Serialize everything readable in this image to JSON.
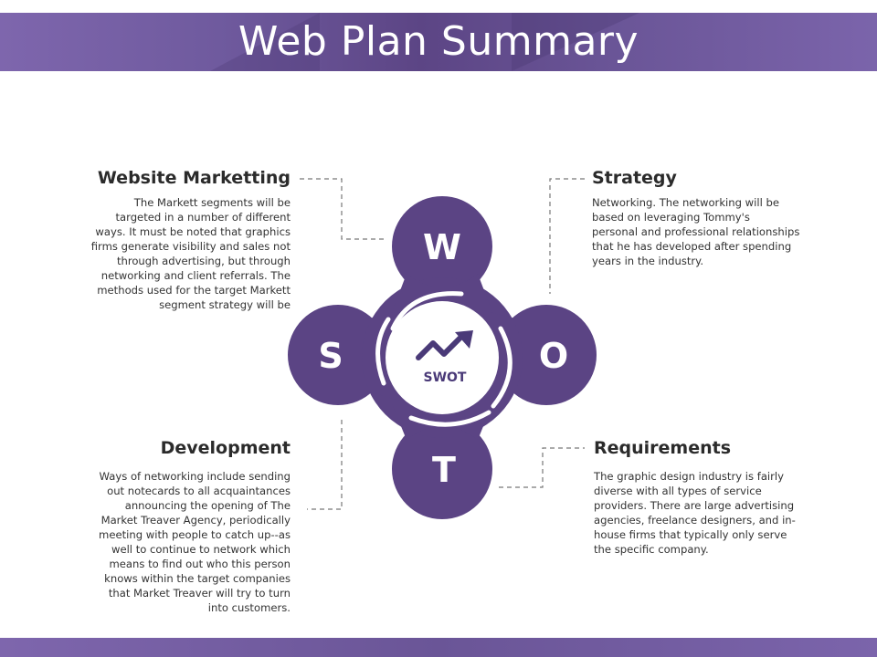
{
  "page": {
    "title": "Web Plan Summary"
  },
  "diagram": {
    "center_label": "SWOT",
    "letters": {
      "w": "W",
      "s": "S",
      "o": "O",
      "t": "T"
    },
    "colors": {
      "primary": "#5b4484",
      "dark": "#4a3a78",
      "light_circle": "#ffffff"
    },
    "center_icon": "trending-arrow-icon"
  },
  "sections": {
    "website": {
      "heading": "Website Marketting",
      "lines": [
        "The Markett segments will be",
        "targeted in a number of different",
        "ways.  It must be noted that graphics",
        "firms generate visibility  and sales not",
        "through advertising, but through",
        "networking and client referrals.  The",
        "methods used for the target Markett",
        "segment strategy will be"
      ]
    },
    "strategy": {
      "heading": "Strategy",
      "lines": [
        "Networking. The networking will be",
        "based on leveraging Tommy's",
        "personal and professional relationships",
        "that he has developed after spending",
        "years in the industry."
      ]
    },
    "development": {
      "heading": "Development",
      "lines": [
        "Ways of networking include sending",
        "out notecards to all acquaintances",
        "announcing the opening of The",
        "Market Treaver Agency, periodically",
        "meeting with people to catch up--as",
        "well to continue to network which",
        "means to find out who this person",
        "knows within the target companies",
        "that Market Treaver will try to turn",
        "into customers. "
      ]
    },
    "requirements": {
      "heading": "Requirements",
      "lines": [
        "The graphic design industry is fairly",
        "diverse with all types of service",
        "providers. There are large advertising",
        "agencies, freelance designers, and in-",
        "house firms that typically  only serve",
        "the specific company."
      ]
    }
  }
}
